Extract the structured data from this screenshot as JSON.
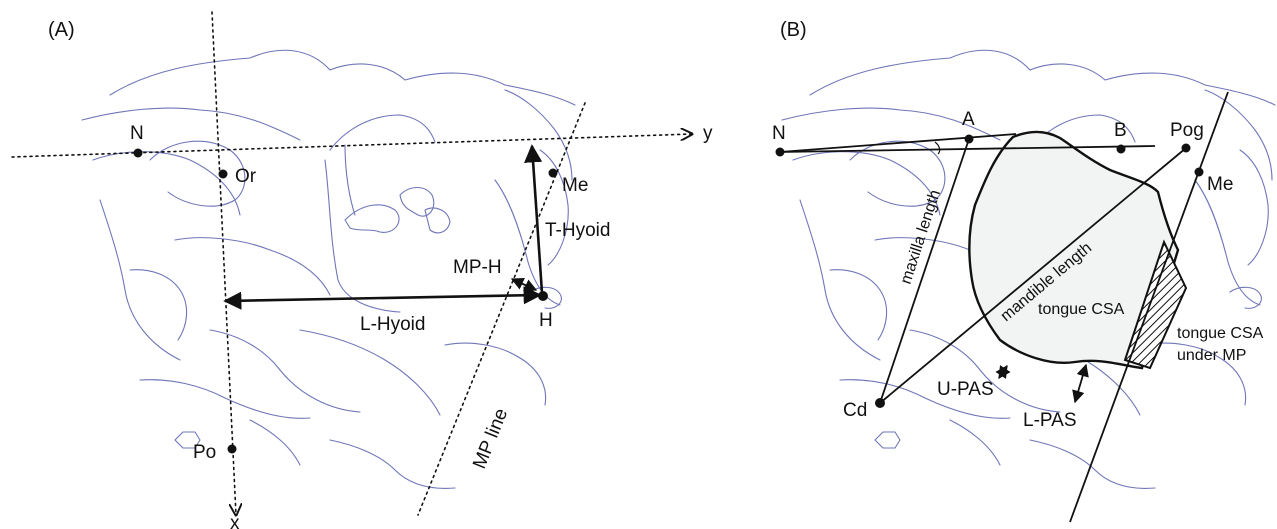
{
  "panel_a": {
    "panel_label": "(A)",
    "axis_x_label": "x",
    "axis_y_label": "y",
    "landmarks": {
      "n": "N",
      "or": "Or",
      "me": "Me",
      "h": "H",
      "po": "Po"
    },
    "measures": {
      "t_hyoid": "T-Hyoid",
      "mp_h": "MP-H",
      "l_hyoid": "L-Hyoid",
      "mp_line": "MP line"
    }
  },
  "panel_b": {
    "panel_label": "(B)",
    "landmarks": {
      "n": "N",
      "a": "A",
      "b": "B",
      "pog": "Pog",
      "me": "Me",
      "cd": "Cd"
    },
    "measures": {
      "maxilla_length": "maxilla length",
      "mandible_length": "mandible length",
      "tongue_csa": "tongue CSA",
      "tongue_csa_under_mp_line1": "tongue CSA",
      "tongue_csa_under_mp_line2": "under MP",
      "u_pas": "U-PAS",
      "l_pas": "L-PAS"
    }
  },
  "colors": {
    "trace": "#6f76b8",
    "ink": "#111111",
    "tongue_fill": "#f2f3f3"
  }
}
